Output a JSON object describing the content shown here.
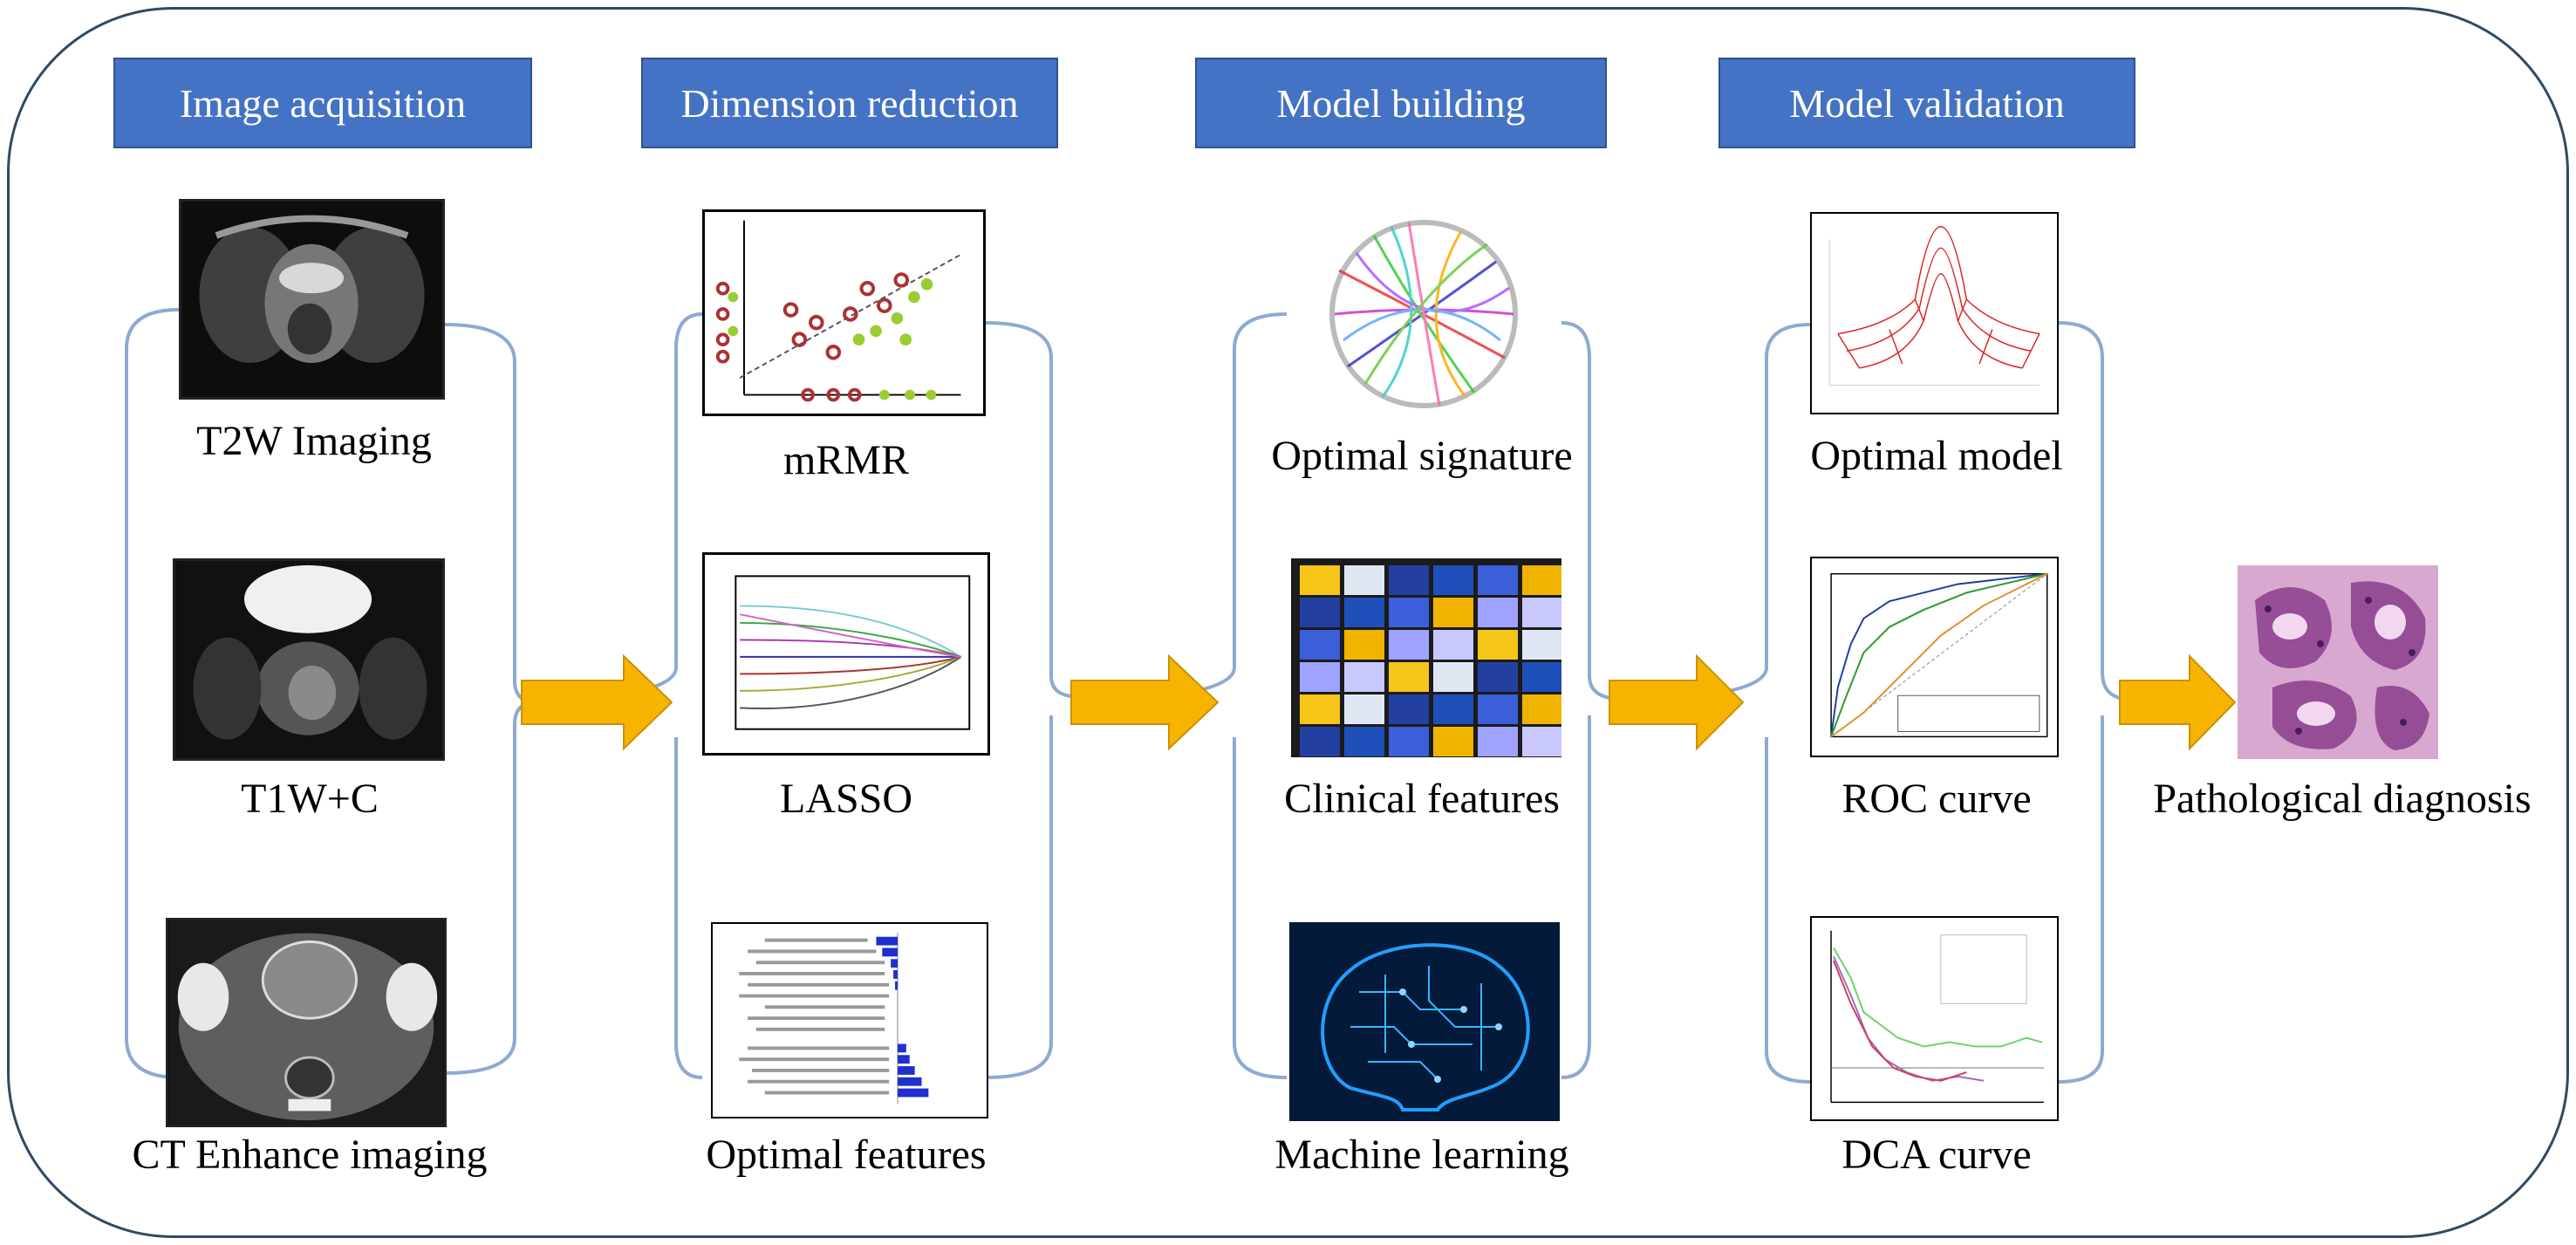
{
  "stages": {
    "acquisition": "Image acquisition",
    "reduction": "Dimension reduction",
    "building": "Model building",
    "validation": "Model validation"
  },
  "acquisition": {
    "t2w": "T2W Imaging",
    "t1wc": "T1W+C",
    "ct": "CT Enhance imaging"
  },
  "reduction": {
    "mrmr": "mRMR",
    "lasso": "LASSO",
    "optimal_features": "Optimal features"
  },
  "building": {
    "signature": "Optimal signature",
    "clinical": "Clinical features",
    "ml": "Machine learning"
  },
  "validation": {
    "model": "Optimal model",
    "roc": "ROC curve",
    "dca": "DCA curve"
  },
  "outcome": {
    "pathology": "Pathological diagnosis"
  },
  "colors": {
    "header_fill": "#4472c4",
    "arrow": "#f6b400",
    "bracket": "#8eaad3",
    "frame": "#2f4a63"
  }
}
